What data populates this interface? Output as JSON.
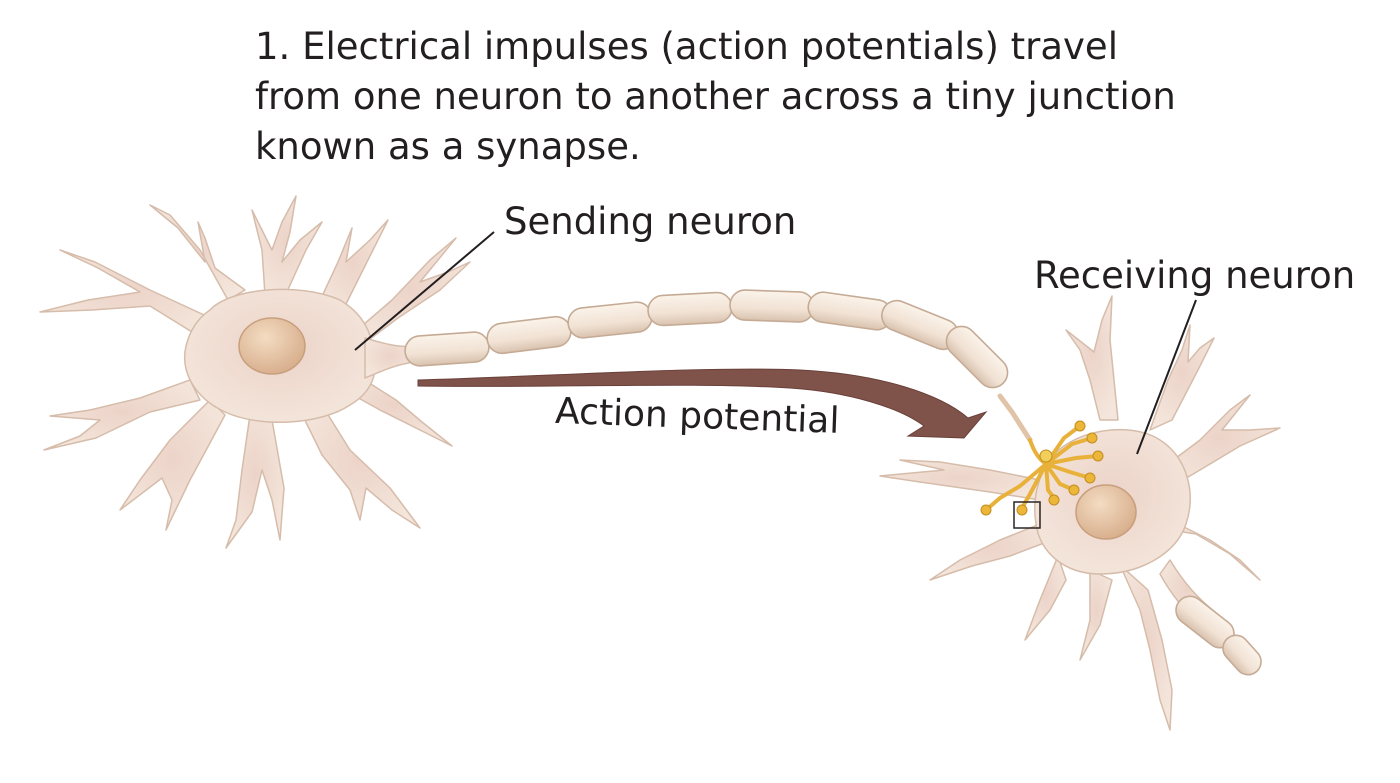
{
  "caption": {
    "lines": [
      "1. Electrical impulses (action potentials) travel",
      "from one neuron to another across a tiny junction",
      "known as a synapse."
    ]
  },
  "labels": {
    "sending_neuron": "Sending neuron",
    "receiving_neuron": "Receiving neuron",
    "action_potential": "Action potential"
  },
  "colors": {
    "cell_fill": "#f2e2d8",
    "cell_stroke": "#d8bfae",
    "nucleus": "#e4c6a6",
    "myelin_fill": "#f6eadf",
    "myelin_stroke": "#c9b09c",
    "arrow": "#7f524a",
    "terminal": "#e8b13a"
  }
}
